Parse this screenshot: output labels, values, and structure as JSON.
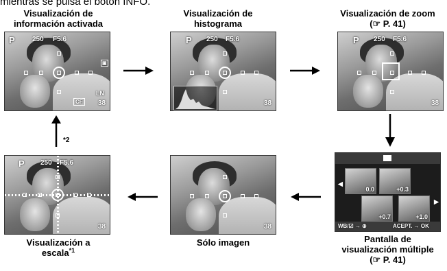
{
  "intro": "mientras se pulsa el botón INFO.",
  "captions": {
    "info_on": [
      "Visualización de",
      "información activada"
    ],
    "histogram": [
      "Visualización de",
      "histograma"
    ],
    "zoom": [
      "Visualización de zoom",
      "(☞ P. 41)"
    ],
    "scale": [
      "Visualización a",
      "escala"
    ],
    "scale_note": "*1",
    "image_only": "Sólo imagen",
    "multi": [
      "Pantalla de",
      "visualización múltiple",
      "(☞ P. 41)"
    ],
    "arrow_note": "*2"
  },
  "screen": {
    "mode": "P",
    "shutter": "250",
    "aperture": "F5.6",
    "frames": "38",
    "card": "CF",
    "quality": "LN"
  },
  "multi": {
    "header_icon": "exposure-compensation-icon",
    "values": [
      "0.0",
      "+0.3",
      "+0.7",
      "+1.0"
    ],
    "footer_left": "WB/☑ → ⊕",
    "footer_right": "ACEPT. → OK"
  }
}
